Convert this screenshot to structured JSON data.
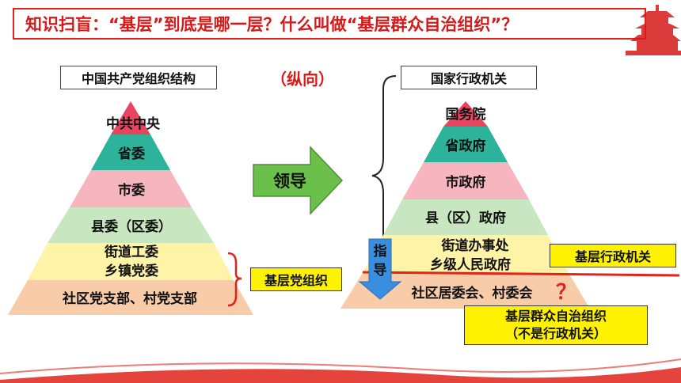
{
  "title": "知识扫盲：“基层”到底是哪一层？什么叫做“基层群众自治组织”？",
  "left_label": "中国共产党组织结构",
  "direction_label": "（纵向）",
  "lead_arrow": "领导",
  "right_label": "国家行政机关",
  "left_pyramid": [
    "中共中央",
    "省委",
    "市委",
    "县委（区委）",
    "街道工委",
    "乡镇党委",
    "社区党支部、村党支部"
  ],
  "right_pyramid": [
    "国务院",
    "省政府",
    "市政府",
    "县（区）政府",
    "街道办事处",
    "乡级人民政府",
    "社区居委会、村委会"
  ],
  "guide_arrow": "指导",
  "question_mark": "？",
  "left_grassroots_label": "基层党组织",
  "right_grassroots_label": "基层行政机关",
  "autonomy_box": {
    "line1": "基层群众自治组织",
    "line2": "（不是行政机关）"
  },
  "colors": {
    "title": "#d7191a",
    "red": "#e1231b",
    "pink_top": "#e9445f",
    "teal": "#2db39b",
    "pink": "#f7b6bf",
    "light_green": "#c8e6bf",
    "yellow": "#fff3a8",
    "peach": "#f8cca9",
    "arrow_green": "#6ac04a",
    "arrow_blue": "#3a8ee0",
    "box_yellow": "#fff200"
  }
}
